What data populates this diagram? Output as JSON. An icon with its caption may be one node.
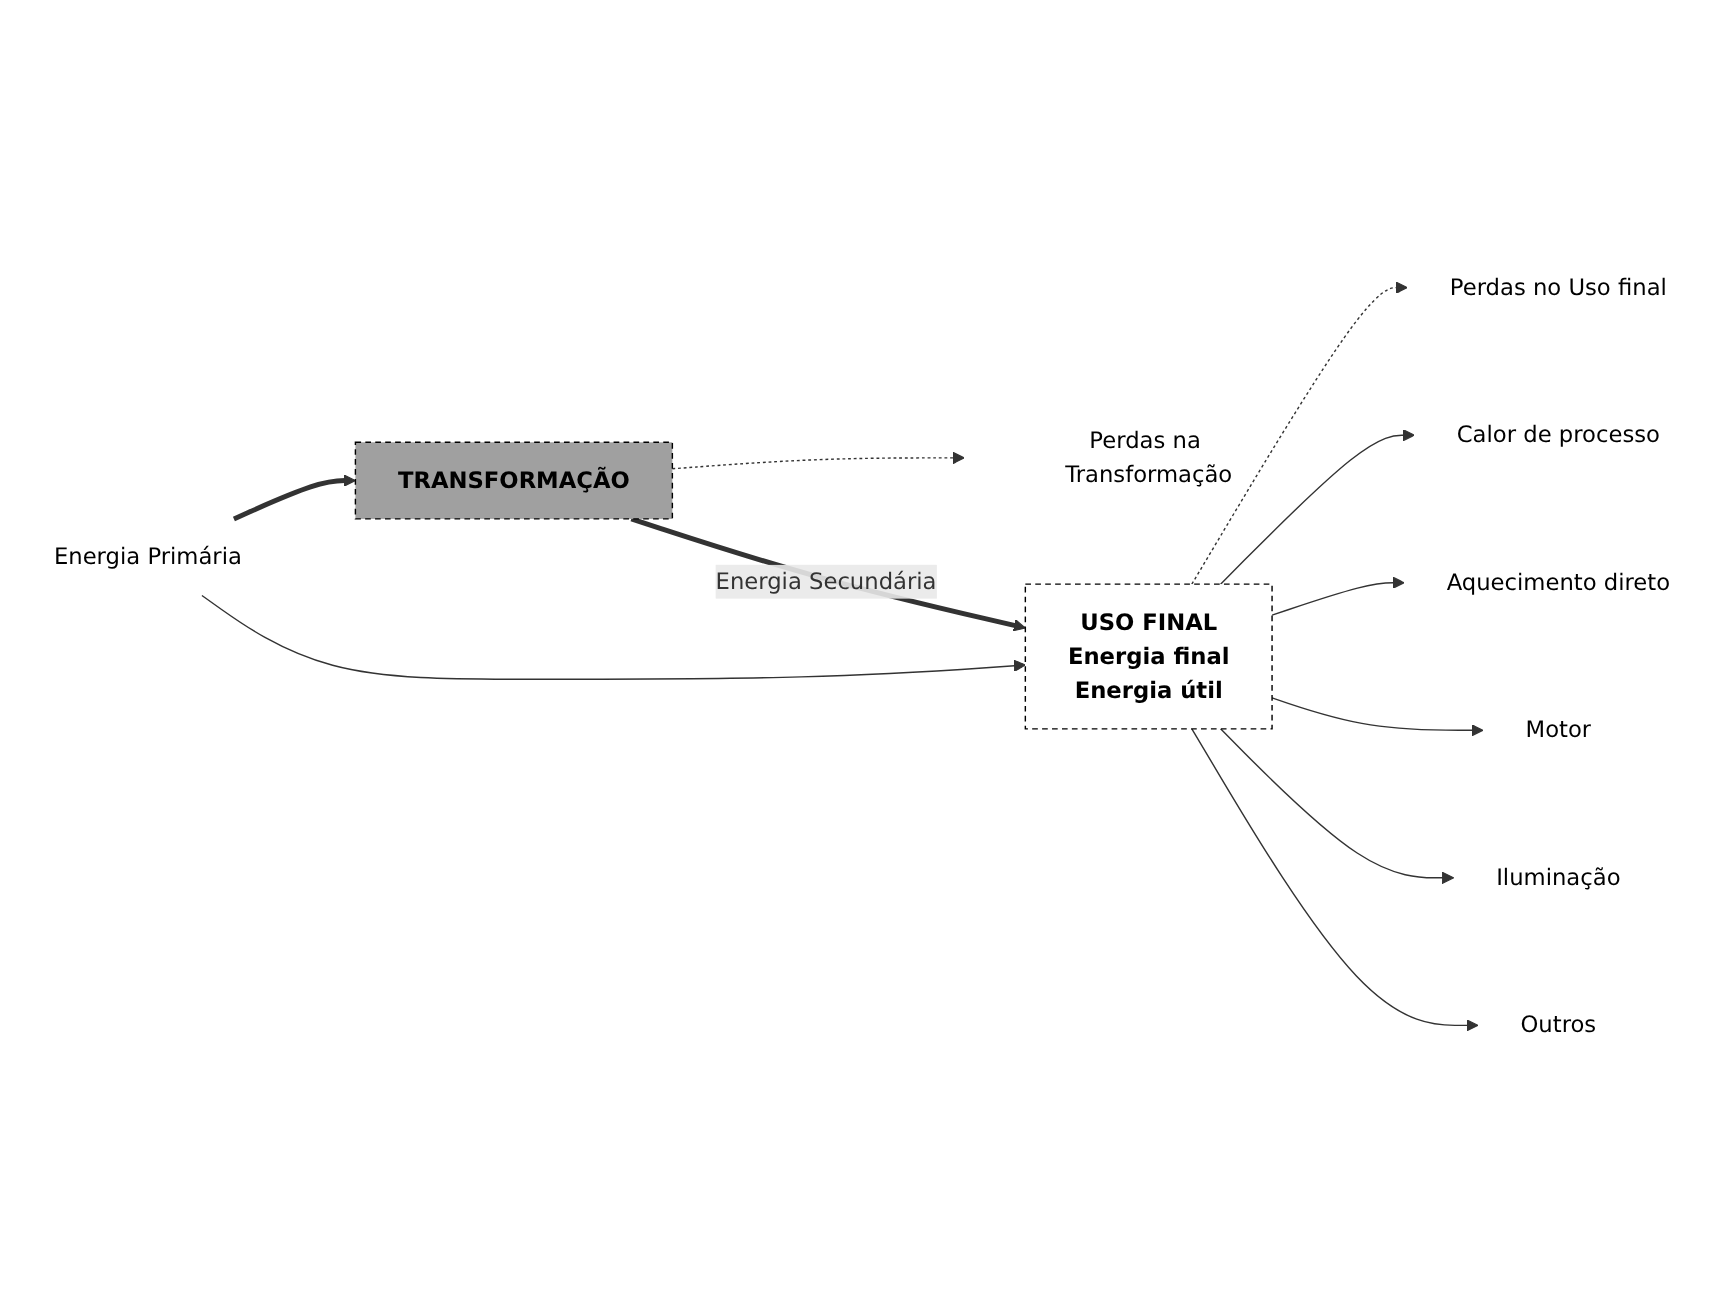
{
  "diagram": {
    "nodes": [
      {
        "text": [
          "Perdas na Transformação"
        ]
      },
      {
        "text": [
          "Perdas no Uso final"
        ]
      },
      {
        "text": [
          "Energia Primária"
        ]
      },
      {
        "text": [
          "TRANSFORMAÇÃO"
        ]
      },
      {
        "text": [
          "USO FINAL",
          "Energia final",
          "Energia útil"
        ]
      },
      {
        "text": [
          "Calor de processo"
        ]
      },
      {
        "text": [
          "Aquecimento direto"
        ]
      },
      {
        "text": [
          "Motor"
        ]
      },
      {
        "text": [
          "Iluminação"
        ]
      },
      {
        "text": [
          "Outros"
        ]
      }
    ],
    "edges": [
      {
        "from": 2,
        "to": 3,
        "arrow": "to",
        "style": "thick"
      },
      {
        "from": 3,
        "to": 0,
        "arrow": "to",
        "style": "dashed"
      },
      {
        "from": 3,
        "to": 4,
        "arrow": "to",
        "style": "thick",
        "label": "Energia Secundária"
      },
      {
        "from": 2,
        "to": 4,
        "arrow": "to"
      },
      {
        "from": 4,
        "to": 1,
        "arrow": "to",
        "style": "dashed"
      },
      {
        "from": 4,
        "to": 5,
        "arrow": "to"
      },
      {
        "from": 4,
        "to": 6,
        "arrow": "to"
      },
      {
        "from": 4,
        "to": 7,
        "arrow": "to"
      },
      {
        "from": 4,
        "to": 8,
        "arrow": "to"
      },
      {
        "from": 4,
        "to": 9,
        "arrow": "to"
      }
    ]
  }
}
